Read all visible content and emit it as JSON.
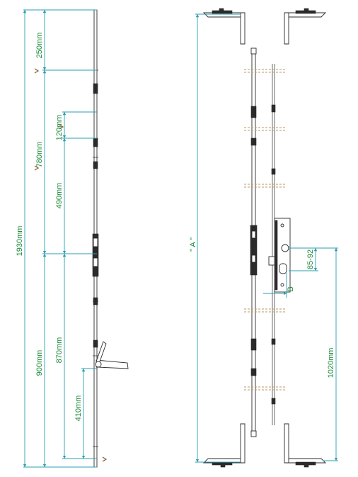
{
  "left_view": {
    "dims": {
      "total": "1930mm",
      "top_gap": "250mm",
      "upper_span": "780mm",
      "upper_small": "120mm",
      "upper_mid": "490mm",
      "lower_span": "900mm",
      "lower_mid": "870mm",
      "lower_small": "410mm"
    }
  },
  "right_view": {
    "dims": {
      "height_label": "\" A \"",
      "backset": "B",
      "centres": "85-92",
      "handle_height": "1020mm"
    }
  }
}
